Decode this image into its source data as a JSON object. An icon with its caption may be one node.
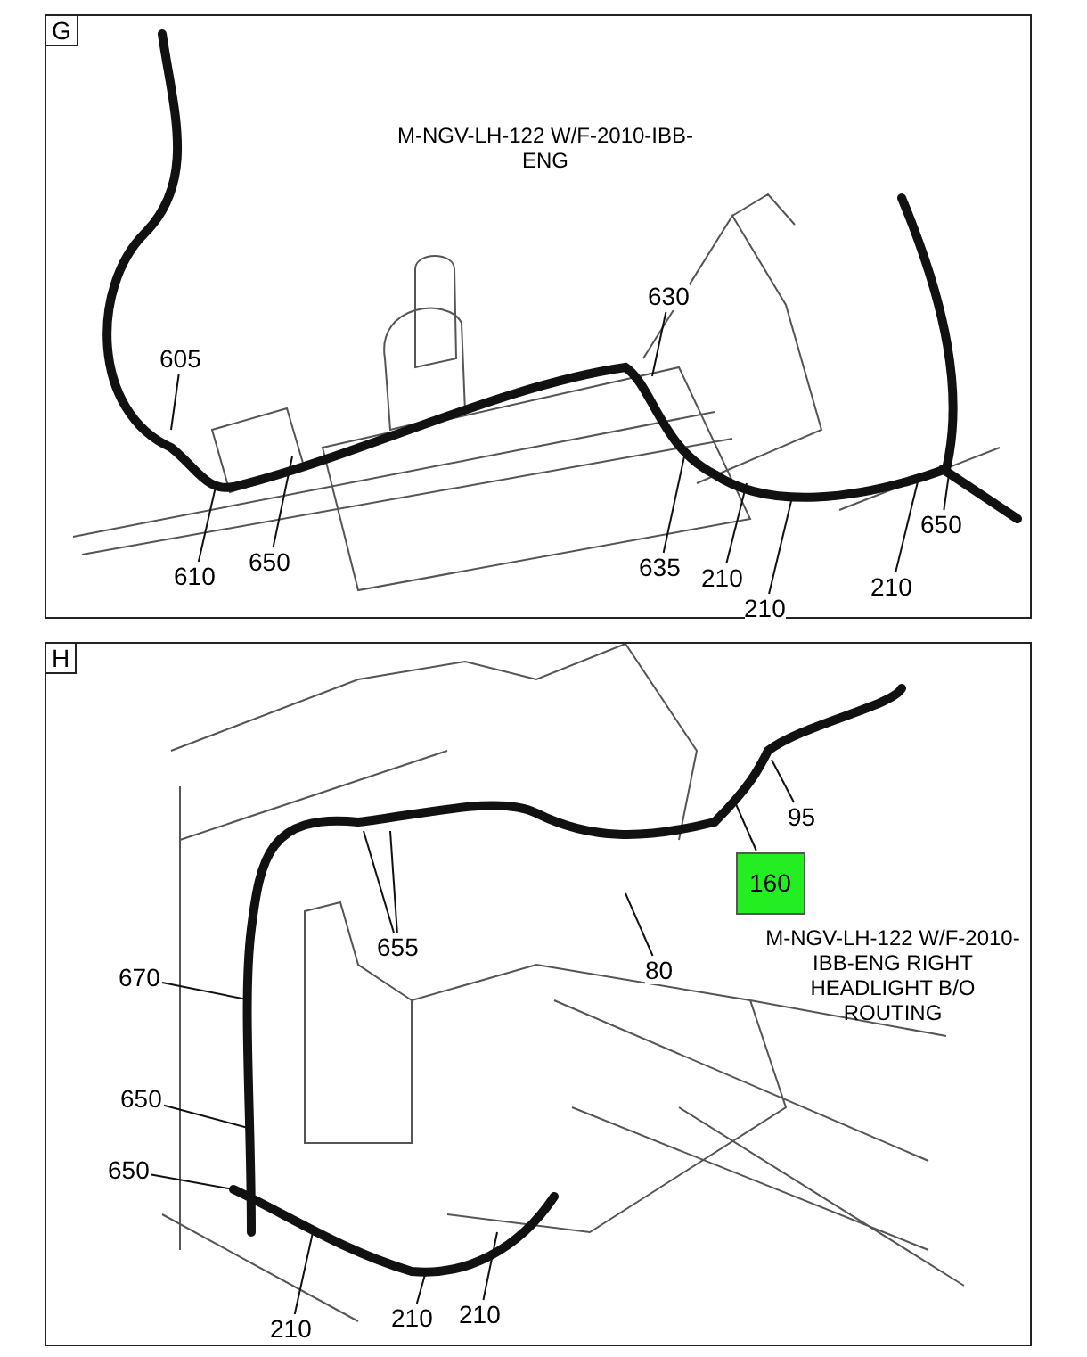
{
  "diagram": {
    "nodes": [
      {
        "text": [
          "G"
        ]
      },
      {
        "text": [
          "605"
        ],
        "in": 0
      },
      {
        "text": [
          "610"
        ],
        "in": 0
      },
      {
        "text": [
          "650"
        ],
        "in": 0
      },
      {
        "text": [
          "630"
        ],
        "in": 0
      },
      {
        "text": [
          "635"
        ],
        "in": 0
      },
      {
        "text": [
          "210"
        ],
        "in": 0
      },
      {
        "text": [
          "210"
        ],
        "in": 0
      },
      {
        "text": [
          "650"
        ],
        "in": 0
      },
      {
        "text": [
          "210"
        ],
        "in": 0
      },
      {
        "text": [
          "H"
        ]
      },
      {
        "text": [
          "95"
        ],
        "in": 10
      },
      {
        "text": [
          "160"
        ],
        "in": 10
      },
      {
        "text": [
          "655"
        ],
        "in": 10
      },
      {
        "text": [
          "80"
        ],
        "in": 10
      },
      {
        "text": [
          "670"
        ],
        "in": 10
      },
      {
        "text": [
          "650"
        ],
        "in": 10
      },
      {
        "text": [
          "650"
        ],
        "in": 10
      },
      {
        "text": [
          "210"
        ],
        "in": 10
      },
      {
        "text": [
          "210"
        ],
        "in": 10
      },
      {
        "text": [
          "210"
        ],
        "in": 10
      }
    ],
    "edges": [
      {
        "from": 1,
        "to": null,
        "arrow": "none"
      },
      {
        "from": 2,
        "to": null,
        "arrow": "none"
      },
      {
        "from": 3,
        "to": null,
        "arrow": "none"
      },
      {
        "from": 4,
        "to": null,
        "arrow": "none"
      },
      {
        "from": 5,
        "to": null,
        "arrow": "none"
      },
      {
        "from": 6,
        "to": null,
        "arrow": "none"
      },
      {
        "from": 7,
        "to": null,
        "arrow": "none"
      },
      {
        "from": 8,
        "to": null,
        "arrow": "none"
      },
      {
        "from": 9,
        "to": null,
        "arrow": "none"
      },
      {
        "from": 11,
        "to": null,
        "arrow": "none"
      },
      {
        "from": 12,
        "to": null,
        "arrow": "none"
      },
      {
        "from": 13,
        "to": null,
        "arrow": "none"
      },
      {
        "from": 13,
        "to": null,
        "arrow": "none"
      },
      {
        "from": 14,
        "to": null,
        "arrow": "none"
      },
      {
        "from": 15,
        "to": null,
        "arrow": "none"
      },
      {
        "from": 16,
        "to": null,
        "arrow": "none"
      },
      {
        "from": 17,
        "to": null,
        "arrow": "none"
      },
      {
        "from": 18,
        "to": null,
        "arrow": "none"
      },
      {
        "from": 19,
        "to": null,
        "arrow": "none"
      },
      {
        "from": 20,
        "to": null,
        "arrow": "none"
      }
    ],
    "labels": [
      "M-NGV-LH-122 W/F-2010-IBB-ENG",
      "M-NGV-LH-122 W/F-2010-IBB-ENG RIGHT HEADLIGHT B/O ROUTING"
    ]
  }
}
